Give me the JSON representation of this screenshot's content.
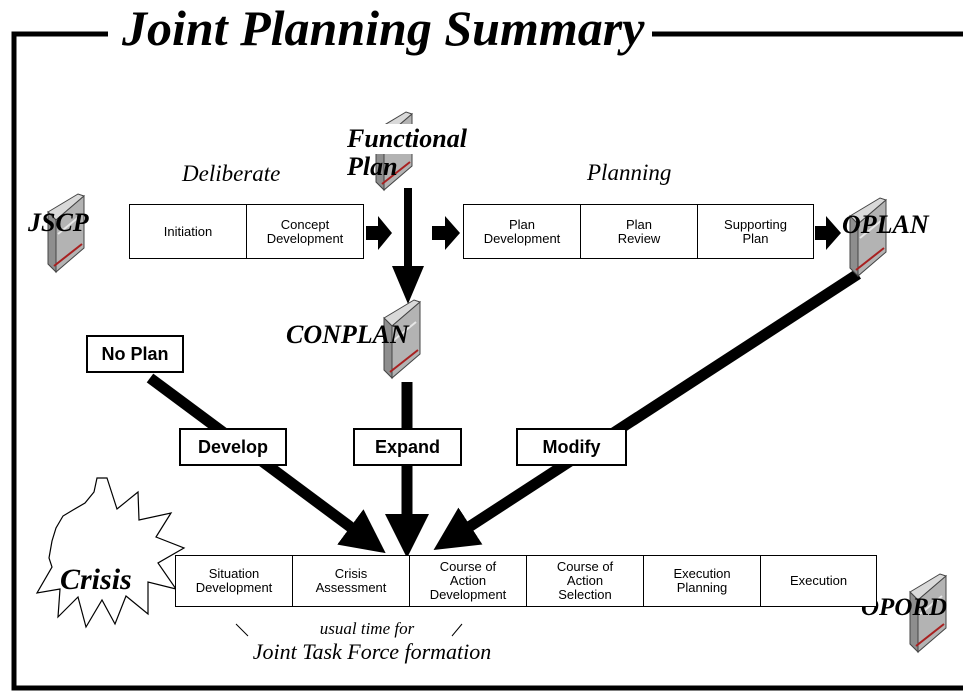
{
  "title": "Joint Planning Summary",
  "phases": {
    "deliberate": "Deliberate",
    "planning": "Planning"
  },
  "documents": {
    "jscp": "JSCP",
    "functional_plan_line1": "Functional",
    "functional_plan_line2": "Plan",
    "oplan": "OPLAN",
    "conplan": "CONPLAN",
    "opord": "OPORD",
    "crisis": "Crisis"
  },
  "deliberate_steps": [
    "Initiation",
    "Concept\nDevelopment"
  ],
  "planning_steps": [
    "Plan\nDevelopment",
    "Plan\nReview",
    "Supporting\nPlan"
  ],
  "crisis_steps": [
    "Situation\nDevelopment",
    "Crisis\nAssessment",
    "Course of\nAction\nDevelopment",
    "Course of\nAction\nSelection",
    "Execution\nPlanning",
    "Execution"
  ],
  "callouts": {
    "no_plan": "No Plan",
    "develop": "Develop",
    "expand": "Expand",
    "modify": "Modify"
  },
  "note": {
    "line1": "usual time for",
    "line2": "Joint Task Force formation"
  }
}
